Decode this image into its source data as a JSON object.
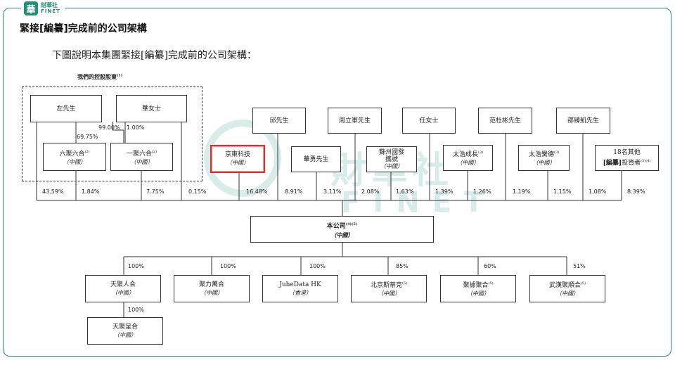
{
  "brand": {
    "mark": "華",
    "name_cn": "財華社",
    "name_en": "FINET"
  },
  "heading": "緊接[編纂]完成前的公司架構",
  "intro": "下圖說明本集團緊接[編纂]完成前的公司架構：",
  "controlling_label": "我們的控股股東",
  "controlling_note": "(1)",
  "shareholders": {
    "zuo": "左先生",
    "hua": "華女士",
    "liuju": {
      "name": "六聚六合",
      "note": "(2)",
      "loc": "（中國）"
    },
    "yiju": {
      "name": "一聚六合",
      "note": "(2)",
      "loc": "（中國）"
    },
    "jd": {
      "name": "京東科技",
      "loc": "（中國）"
    },
    "qiu": "邱先生",
    "huayong": "華勇先生",
    "zhou": "周立軍先生",
    "suzhou": {
      "name": "蘇州國發\n攜號",
      "loc": "（中國）"
    },
    "ren": "任女士",
    "taihao_cz": {
      "name": "太浩成長",
      "note": "(3)",
      "loc": "（中國）"
    },
    "fan": "范杜彬先生",
    "taihao_jd": {
      "name": "太浩黌德",
      "note": "(3)",
      "loc": "（中國）"
    },
    "shao": "邵臻凱先生",
    "others": {
      "name": "18名其他",
      "name2a": "[編纂]",
      "name2b": "投資者",
      "note": "(3)(4)"
    }
  },
  "inner_pcts": {
    "liuju_zuo": "69.75%",
    "yiju_zuo": "99.00%",
    "yiju_hua": "1.00%"
  },
  "holding_pcts": [
    "43.59%",
    "1.84%",
    "7.75%",
    "0.15%",
    "16.48%",
    "8.91%",
    "3.11%",
    "2.08%",
    "1.63%",
    "1.39%",
    "1.26%",
    "1.19%",
    "1.15%",
    "1.08%",
    "8.39%"
  ],
  "company": {
    "name": "本公司",
    "note": "(4)(5)",
    "loc": "（中國）"
  },
  "subsidiaries": [
    {
      "name": "天聚人合",
      "note": "",
      "loc": "（中國）",
      "pct": "100%"
    },
    {
      "name": "聚力萬合",
      "note": "",
      "loc": "（中國）",
      "pct": "100%"
    },
    {
      "name": "JuheData HK",
      "note": "",
      "loc": "（香港）",
      "pct": "100%"
    },
    {
      "name": "北京斯蒂克",
      "note": "(5)",
      "loc": "（中國）",
      "pct": "85%"
    },
    {
      "name": "聚據聚合",
      "note": "(5)",
      "loc": "（中國）",
      "pct": "60%"
    },
    {
      "name": "武漢聚順合",
      "note": "(5)",
      "loc": "（中國）",
      "pct": "51%"
    }
  ],
  "sub_sub": {
    "name": "天聚呈合",
    "loc": "（中國）",
    "pct": "100%"
  },
  "watermark": {
    "cn": "財華社",
    "en": "FINET"
  },
  "colors": {
    "brand": "#1f8f77",
    "highlight": "#e8282b"
  }
}
